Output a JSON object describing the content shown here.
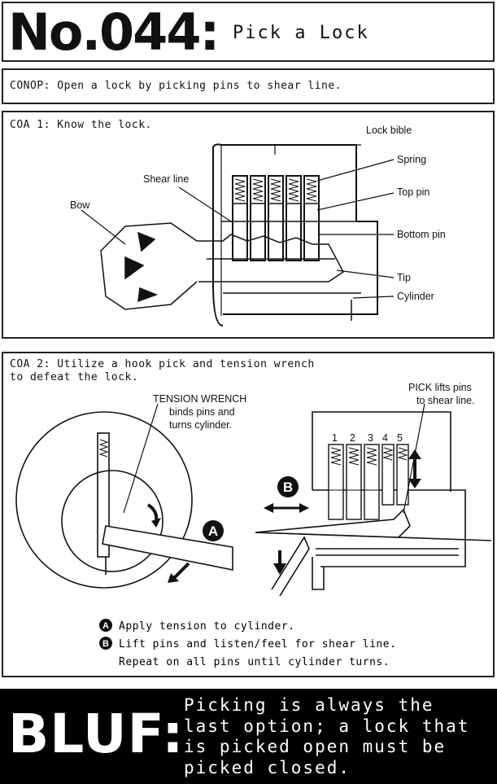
{
  "title": {
    "number": "No.044:",
    "subtitle": "Pick a Lock"
  },
  "conop": "CONOP: Open a lock by picking pins to shear line.",
  "coa1": {
    "heading": "COA 1: Know the lock.",
    "labels": {
      "lock_bible": "Lock bible",
      "spring": "Spring",
      "top_pin": "Top pin",
      "bottom_pin": "Bottom pin",
      "tip": "Tip",
      "cylinder": "Cylinder",
      "shear_line": "Shear line",
      "bow": "Bow"
    }
  },
  "coa2": {
    "heading_line1": "COA 2: Utilize a hook pick and tension wrench",
    "heading_line2": "to defeat the lock.",
    "tension_wrench": {
      "title": "TENSION WRENCH",
      "line1": "binds pins and",
      "line2": "turns cylinder."
    },
    "pick_note": {
      "line1": "PICK lifts pins",
      "line2": "to shear line."
    },
    "pin_numbers": [
      "1",
      "2",
      "3",
      "4",
      "5"
    ],
    "markers": {
      "a": "A",
      "b": "B"
    },
    "steps": {
      "a": "Apply tension to cylinder.",
      "b": "Lift pins and listen/feel for shear line.",
      "repeat": "Repeat on all pins until cylinder turns."
    }
  },
  "bluf": {
    "word": "BLUF:",
    "line1": "Picking is always the",
    "line2": "last option; a lock that",
    "line3": "is picked open must be",
    "line4": "picked closed."
  }
}
